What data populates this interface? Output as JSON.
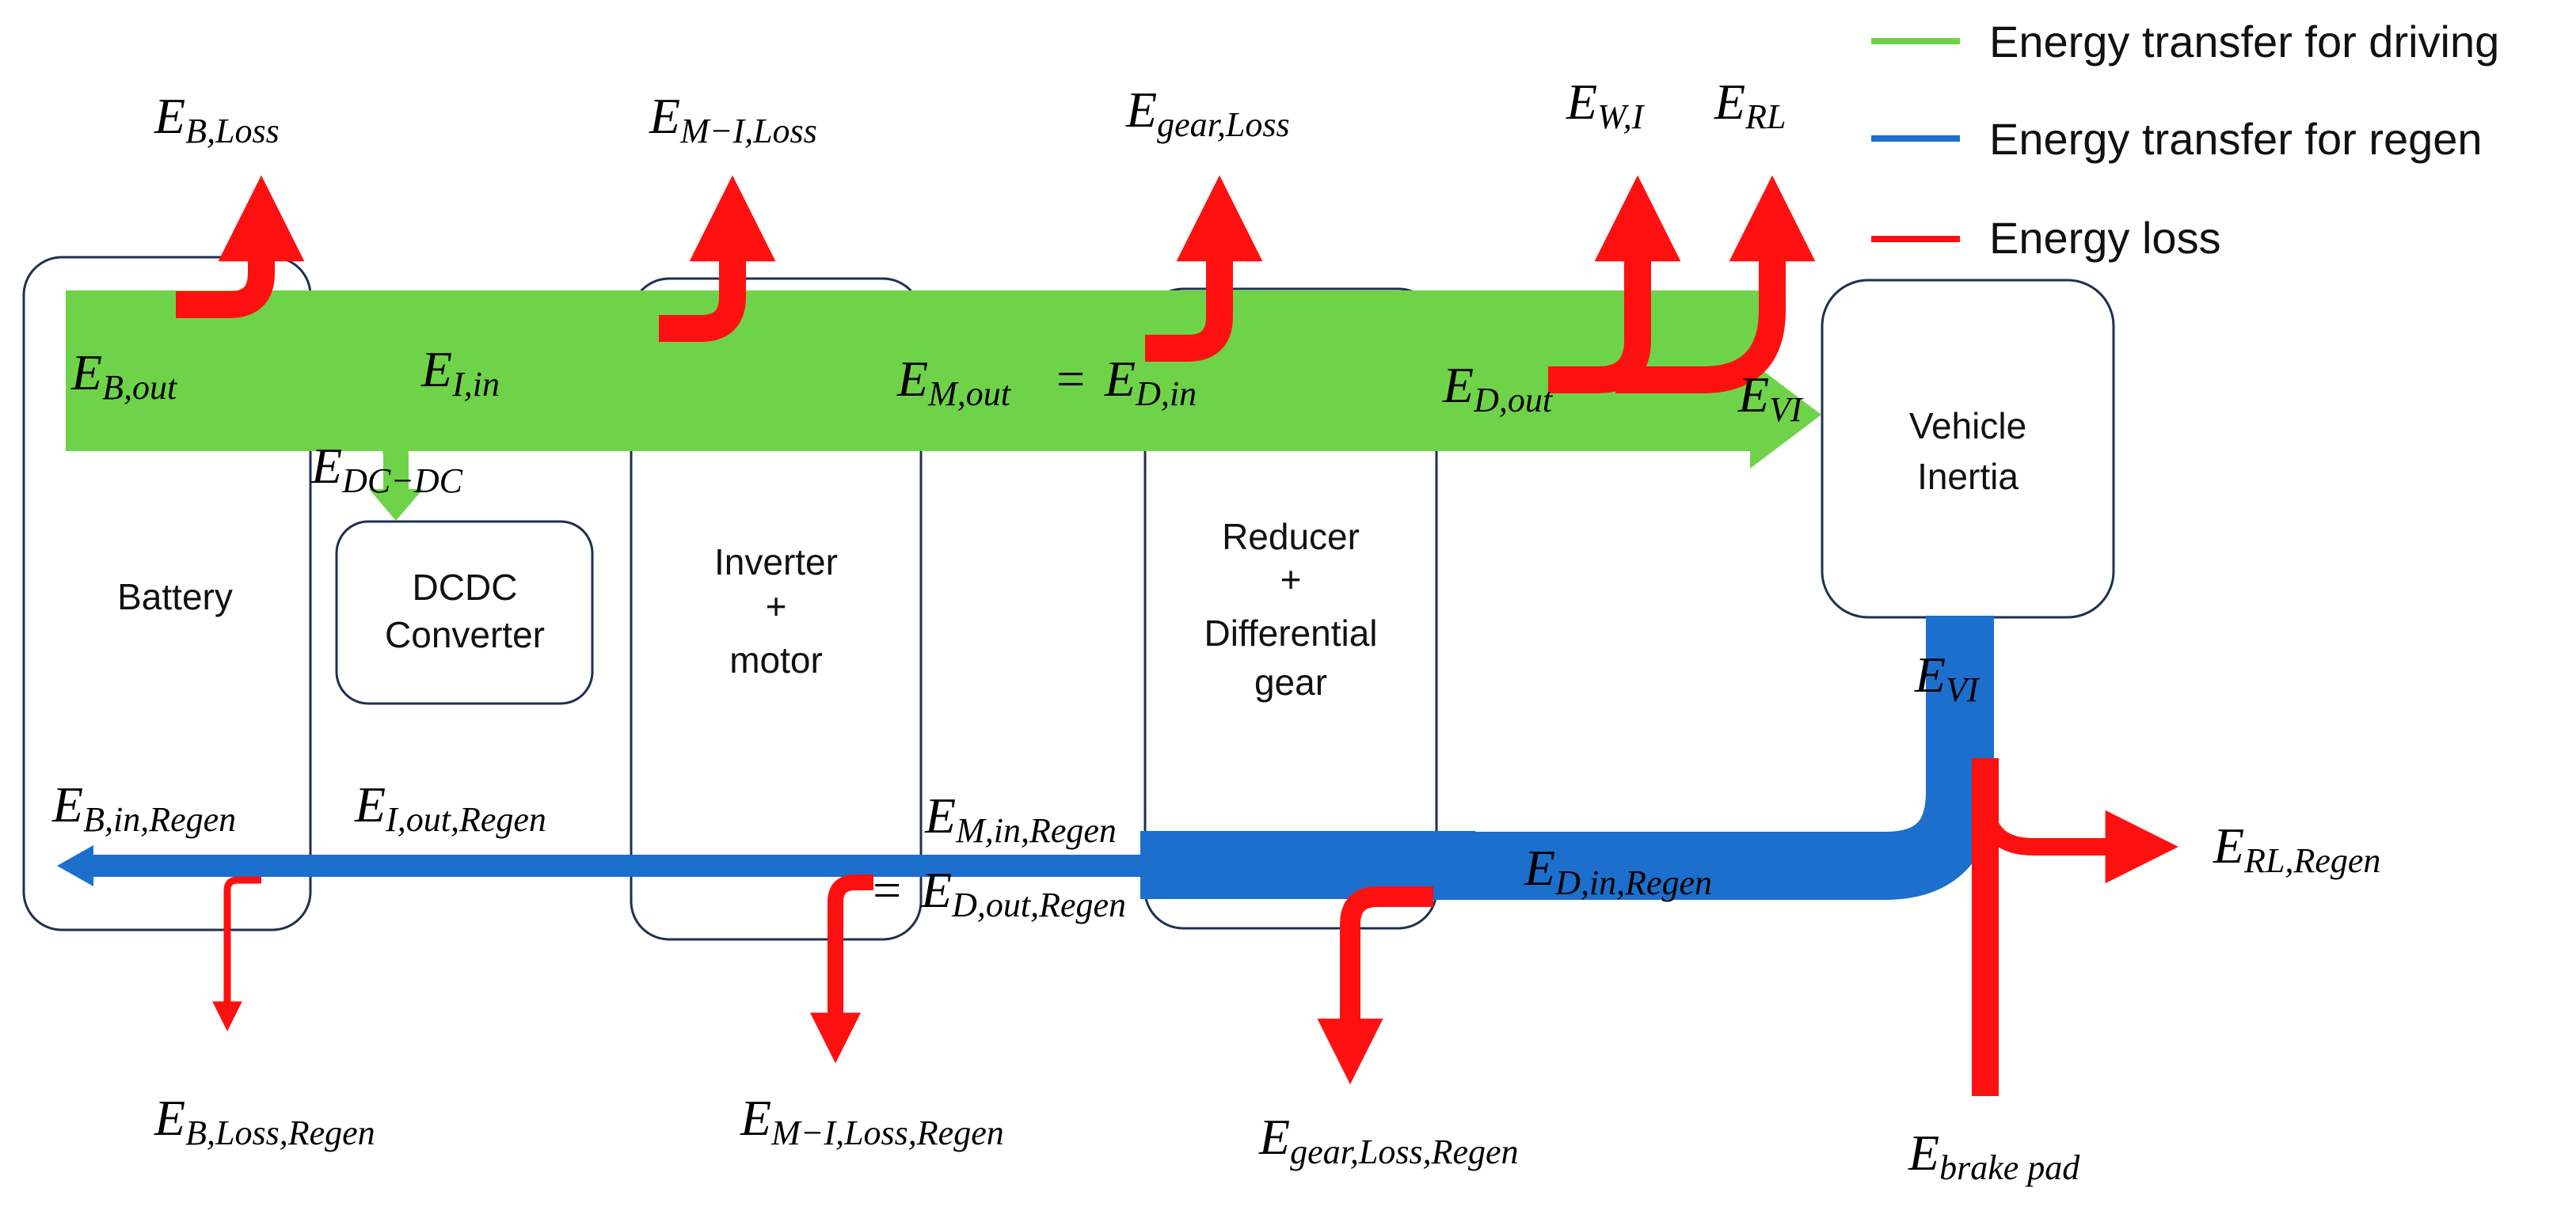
{
  "colors": {
    "driving": "#6fd349",
    "regen": "#1c6fcc",
    "loss": "#ff1010",
    "box_stroke": "#1f3150"
  },
  "legend": [
    {
      "label": "Energy transfer for driving",
      "color": "#6fd349"
    },
    {
      "label": "Energy transfer for regen",
      "color": "#1c6fcc"
    },
    {
      "label": "Energy loss",
      "color": "#ff1010"
    }
  ],
  "blocks": {
    "battery": "Battery",
    "dcdc": [
      "DCDC",
      "Converter"
    ],
    "inverter": [
      "Inverter",
      "+",
      "motor"
    ],
    "reducer": [
      "Reducer",
      "+",
      "Differential",
      "gear"
    ],
    "vehicle": [
      "Vehicle",
      "Inertia"
    ]
  },
  "symbols": {
    "b_loss": {
      "main": "E",
      "sub": "B,Loss"
    },
    "mi_loss": {
      "main": "E",
      "sub": "M−I,Loss"
    },
    "gear_loss": {
      "main": "E",
      "sub": "gear,Loss"
    },
    "w_i": {
      "main": "E",
      "sub": "W,I"
    },
    "rl": {
      "main": "E",
      "sub": "RL"
    },
    "b_out": {
      "main": "E",
      "sub": "B,out"
    },
    "i_in": {
      "main": "E",
      "sub": "I,in"
    },
    "m_out": {
      "main": "E",
      "sub": "M,out"
    },
    "eq_sign": "=",
    "d_in": {
      "main": "E",
      "sub": "D,in"
    },
    "d_out": {
      "main": "E",
      "sub": "D,out"
    },
    "vi_top": {
      "main": "E",
      "sub": "VI"
    },
    "dc_dc": {
      "main": "E",
      "sub": "DC−DC"
    },
    "vi_side": {
      "main": "E",
      "sub": "VI"
    },
    "b_in_regen": {
      "main": "E",
      "sub": "B,in,Regen"
    },
    "i_out_regen": {
      "main": "E",
      "sub": "I,out,Regen"
    },
    "m_in_regen": {
      "main": "E",
      "sub": "M,in,Regen"
    },
    "eq_sign_regen": "=",
    "d_out_regen": {
      "main": "E",
      "sub": "D,out,Regen"
    },
    "d_in_regen": {
      "main": "E",
      "sub": "D,in,Regen"
    },
    "rl_regen": {
      "main": "E",
      "sub": "RL,Regen"
    },
    "b_loss_regen": {
      "main": "E",
      "sub": "B,Loss,Regen"
    },
    "mi_loss_regen": {
      "main": "E",
      "sub": "M−I,Loss,Regen"
    },
    "gear_loss_regen": {
      "main": "E",
      "sub": "gear,Loss,Regen"
    },
    "brake_pad": {
      "main": "E",
      "sub": "brake pad"
    }
  }
}
